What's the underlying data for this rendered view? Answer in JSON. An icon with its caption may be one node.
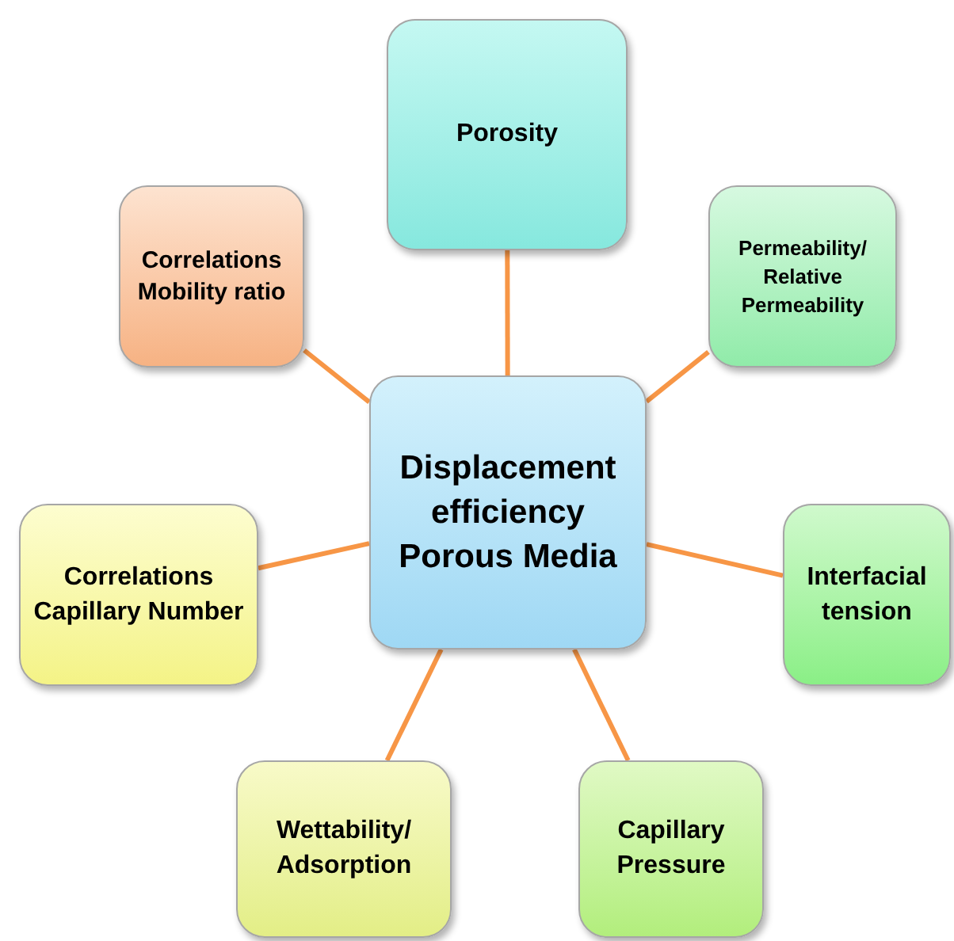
{
  "diagram": {
    "nodes": [
      {
        "text": [
          "Displacement efficiency Porous Media"
        ]
      },
      {
        "text": [
          "Porosity"
        ]
      },
      {
        "text": [
          "Correlations Mobility ratio"
        ]
      },
      {
        "text": [
          "Permeability/ Relative Permeability"
        ]
      },
      {
        "text": [
          "Correlations Capillary Number"
        ]
      },
      {
        "text": [
          "Interfacial tension"
        ]
      },
      {
        "text": [
          "Wettability/ Adsorption"
        ]
      },
      {
        "text": [
          "Capillary Pressure"
        ]
      }
    ],
    "edges": [
      {
        "from": 0,
        "to": 1,
        "arrow": "none"
      },
      {
        "from": 0,
        "to": 2,
        "arrow": "none"
      },
      {
        "from": 0,
        "to": 3,
        "arrow": "none"
      },
      {
        "from": 0,
        "to": 4,
        "arrow": "none"
      },
      {
        "from": 0,
        "to": 5,
        "arrow": "none"
      },
      {
        "from": 0,
        "to": 6,
        "arrow": "none"
      },
      {
        "from": 0,
        "to": 7,
        "arrow": "none"
      }
    ]
  }
}
